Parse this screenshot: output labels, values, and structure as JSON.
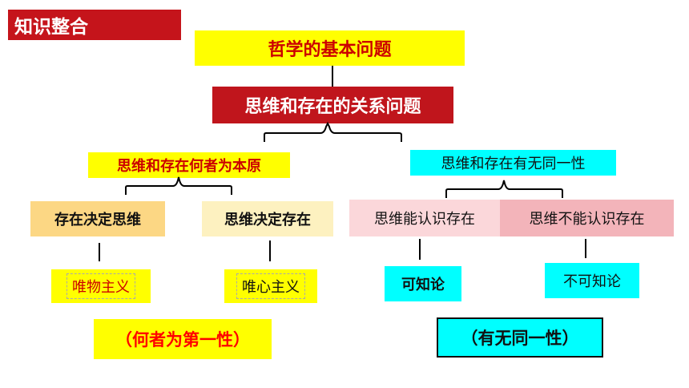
{
  "tag": "知识整合",
  "root": "哲学的基本问题",
  "relation": "思维和存在的关系问题",
  "left_branch": {
    "title": "思维和存在何者为本原",
    "options": [
      "存在决定思维",
      "思维决定存在"
    ],
    "schools": [
      "唯物主义",
      "唯心主义"
    ],
    "summary": "（何者为第一性）"
  },
  "right_branch": {
    "title": "思维和存在有无同一性",
    "options": [
      "思维能认识存在",
      "思维不能认识存在"
    ],
    "schools": [
      "可知论",
      "不可知论"
    ],
    "summary": "（有无同一性）"
  },
  "colors": {
    "red": "#c0151c",
    "yellow": "#ffff00",
    "cyan": "#00ffff",
    "orange": "#fcd784",
    "pink": "#fbd7da"
  }
}
